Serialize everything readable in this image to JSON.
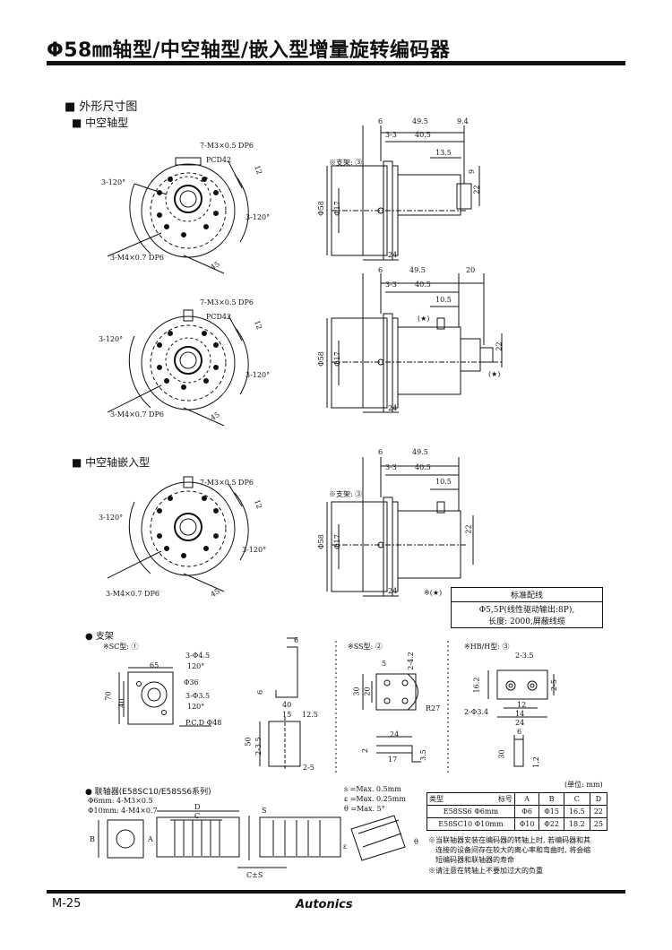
{
  "header": {
    "title": "Φ58㎜轴型/中空轴型/嵌入型增量旋转编码器"
  },
  "sections": {
    "dimensions": "■ 外形尺寸图",
    "hollow": "■ 中空轴型",
    "hollow_embedded": "■ 中空轴嵌入型",
    "bracket": "●  支架",
    "coupling": "●  联轴器(E58SC10/E58SS6系列)"
  },
  "drawing1": {
    "m3": "7-M3×0.5 DP6",
    "pcd": "PCD42",
    "ang_l": "3-120°",
    "ang_r": "3-120°",
    "m4": "3-M4×0.7 DP6",
    "d12": "12",
    "d45": "45",
    "bracket_note": "※支架: ③",
    "d6": "6",
    "d495": "49.5",
    "d94": "9.4",
    "d33": "3-3",
    "d405": "40.5",
    "d135": "13.5",
    "d9": "9",
    "d22": "22",
    "d58": "Φ58",
    "d17": "Φ17",
    "d24": "24"
  },
  "drawing2": {
    "m3": "7-M3×0.5 DP6",
    "pcd": "PCD42",
    "ang_l": "3-120°",
    "ang_r": "3-120°",
    "m4": "3-M4×0.7 DP6",
    "d12": "12",
    "d45": "45",
    "d6": "6",
    "d495": "49.5",
    "d20": "20",
    "d33": "3-3",
    "d405": "40.5",
    "d105": "10.5",
    "d22": "22",
    "d58": "Φ58",
    "d17": "Φ17",
    "d24": "24",
    "star": "(★)"
  },
  "drawing3": {
    "m3": "7-M3×0.5 DP6",
    "ang_l": "3-120°",
    "ang_r": "3-120°",
    "m4": "3-M4×0.7 DP6",
    "d12": "12",
    "d45": "45",
    "bracket_note": "※支架: ③",
    "d6": "6",
    "d495": "49.5",
    "d33": "3-3",
    "d405": "40.5",
    "d105": "10.5",
    "d22": "22",
    "d58": "Φ58",
    "d17": "Φ17",
    "d24": "24"
  },
  "wiring": {
    "mark": "※(★)",
    "title": "标准配线",
    "line1": "Φ5,5P(线性驱动输出:8P),",
    "line2": "长度: 2000,屏蔽线缆"
  },
  "sc_bracket": {
    "label": "※SC型: ①",
    "d65": "65",
    "h1": "3-Φ4.5",
    "h1a": "120°",
    "d36": "Φ36",
    "h2": "3-Φ3.5",
    "h2a": "120°",
    "pcd": "P.C.D  Φ48",
    "d70": "70",
    "d40": "40",
    "side6": "6",
    "side6b": "6",
    "d40b": "40",
    "d15": "15",
    "d125": "12.5",
    "d50": "50",
    "d235": "2-3.5",
    "d25": "2-5"
  },
  "ss_bracket": {
    "label": "※SS型: ②",
    "d5": "5",
    "d42": "2-4.2",
    "d30": "30",
    "d20": "20",
    "r27": "R27",
    "d24": "24",
    "d2": "2",
    "d17": "17",
    "d35": "3.5"
  },
  "hb_bracket": {
    "label": "※HB/H型: ③",
    "d235": "2-3.5",
    "d162": "16.2",
    "d25": "2-5",
    "d12": "12",
    "d34": "2-Φ3.4",
    "d14": "14",
    "d24": "24",
    "d6": "6",
    "d30": "30",
    "d1": "1.2"
  },
  "coupling": {
    "l1": "Φ6mm: 4-M3×0.5",
    "l2": "Φ10mm: 4-M4×0.7",
    "dD": "D",
    "dC": "C",
    "dB": "B",
    "dA": "A",
    "dS": "S",
    "dCS": "C±S",
    "tol1": "s =Max. 0.5mm",
    "tol2": "ε =Max. 0.25mm",
    "tol3": "θ =Max. 5°",
    "eps": "ε",
    "theta": "θ"
  },
  "table": {
    "unit": "(单位: mm)",
    "h_type": "类型",
    "h_mark": "标号",
    "cols": [
      "A",
      "B",
      "C",
      "D"
    ],
    "rows": [
      {
        "type": "E58SS6",
        "bore": "Φ6mm",
        "a": "Φ6",
        "b": "Φ15",
        "c": "16.5",
        "d": "22"
      },
      {
        "type": "E58SC10",
        "bore": "Φ10mm",
        "a": "Φ10",
        "b": "Φ22",
        "c": "18.2",
        "d": "25"
      }
    ]
  },
  "notes": {
    "n1": "※当联轴器安装在编码器的转轴上时, 若编码器和其",
    "n2": "连接的设备间存在较大的离心率和弯曲时, 将会缩",
    "n3": "短编码器和联轴器的寿命",
    "n4": "※请注意在转轴上不要加过大的负重"
  },
  "footer": {
    "page": "M-25",
    "brand": "Autonics"
  }
}
